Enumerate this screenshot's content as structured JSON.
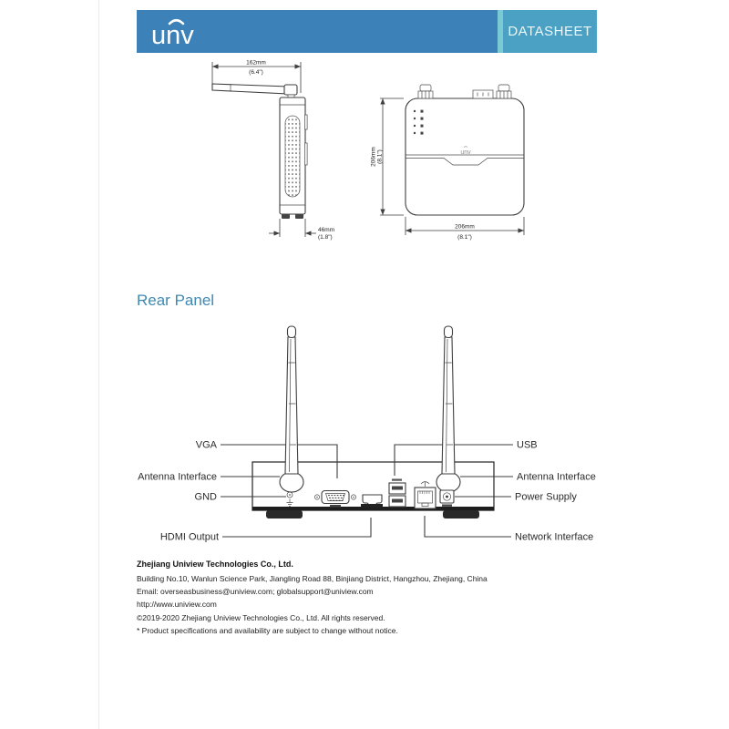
{
  "header": {
    "logo_text": "unv",
    "datasheet_label": "DATASHEET",
    "bar_color": "#3c82b8",
    "datasheet_bg": "#4ba1c4",
    "datasheet_accent": "#79cad2"
  },
  "dimensions": {
    "side": {
      "width_mm": "162mm",
      "width_in": "(6.4\")",
      "depth_mm": "46mm",
      "depth_in": "(1.8\")"
    },
    "top": {
      "height_mm": "206mm",
      "height_in": "(8.1\")",
      "width_mm": "206mm",
      "width_in": "(8.1\")",
      "logo_text": "unv"
    }
  },
  "rear_panel": {
    "title": "Rear Panel",
    "title_color": "#3e89b4",
    "labels_left": [
      "VGA",
      "Antenna Interface",
      "GND",
      "HDMI Output"
    ],
    "labels_right": [
      "USB",
      "Antenna Interface",
      "Power Supply",
      "Network Interface"
    ]
  },
  "footer": {
    "company": "Zhejiang Uniview Technologies Co., Ltd.",
    "address": "Building No.10, Wanlun Science Park, Jiangling Road 88, Binjiang District, Hangzhou, Zhejiang, China",
    "email": "Email: overseasbusiness@uniview.com; globalsupport@uniview.com",
    "website": "http://www.uniview.com",
    "copyright": "©2019-2020 Zhejiang Uniview Technologies Co., Ltd. All rights reserved.",
    "disclaimer": "*  Product specifications and availability are subject to change without notice."
  }
}
